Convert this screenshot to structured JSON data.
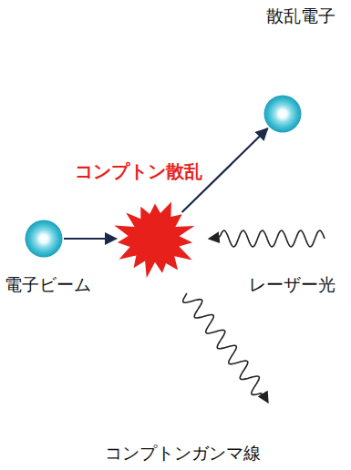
{
  "diagram": {
    "nodes": [
      {
        "text": [
          "電子ビーム"
        ]
      },
      {
        "text": [
          "コンプトン散乱"
        ]
      },
      {
        "text": [
          "散乱電子"
        ]
      }
    ],
    "edges": [
      {
        "from": 0,
        "to": 1,
        "arrow": "to"
      },
      {
        "from": 1,
        "to": 2,
        "arrow": "to"
      }
    ],
    "labels": [
      "レーザー光",
      "コンプトンガンマ線"
    ]
  }
}
